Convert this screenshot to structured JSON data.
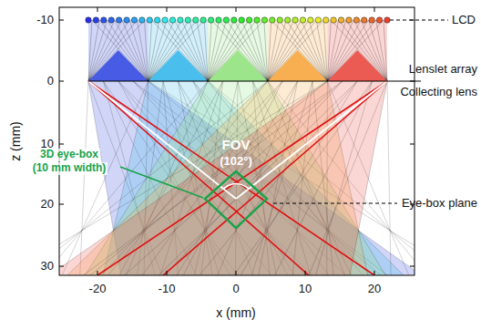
{
  "diagram": {
    "labels": [
      "-10",
      "0",
      "10",
      "20",
      "30",
      "-20",
      "-10",
      "0",
      "10",
      "20",
      "z (mm)",
      "x (mm)",
      "LCD",
      "Lenslet array",
      "Collecting lens",
      "Eye-box plane",
      "FOV",
      "(102°)",
      "3D eye-box",
      "(10 mm width)"
    ]
  }
}
